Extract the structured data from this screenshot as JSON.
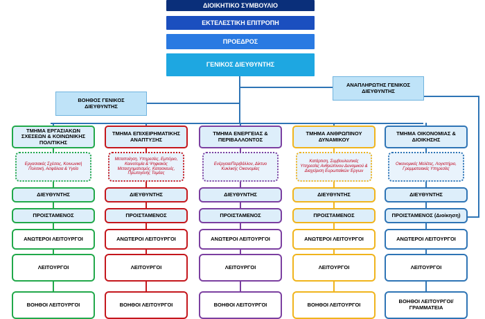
{
  "top": {
    "board": "ΔΙΟΙΚΗΤΙΚΟ ΣΥΜΒΟΥΛΙΟ",
    "executive": "ΕΚΤΕΛΕΣΤΙΚΗ ΕΠΙΤΡΟΠΗ",
    "president": "ΠΡΟΕΔΡΟΣ",
    "gm": "ΓΕΝΙΚΟΣ ΔΙΕΥΘΥΝΤΗΣ",
    "deputy_gm": "ΑΝΑΠΛΗΡΩΤΗΣ ΓΕΝΙΚΟΣ ΔΙΕΥΘΥΝΤΗΣ",
    "assistant_gm": "ΒΟΗΘΟΣ ΓΕΝΙΚΟΣ ΔΙΕΥΘΥΝΤΗΣ"
  },
  "colors": {
    "board": "#0a2f7a",
    "executive": "#1b4fbf",
    "president": "#2a7ae2",
    "gm": "#1ea7e1",
    "line": "#2e74b5"
  },
  "departments": [
    {
      "title": "ΤΜΗΜΑ ΕΡΓΑΣΙΑΚΩΝ ΣΧΕΣΕΩΝ & ΚΟΙΝΩΝΙΚΗΣ ΠΟΛΙΤΙΚΗΣ",
      "desc": "Εργασιακές Σχέσεις, Κοινωνική Πολιτική, Ασφάλεια & Υγεία",
      "color": "#21a84a",
      "rows": [
        "ΔΙΕΥΘΥΝΤΗΣ",
        "ΠΡΟΙΣΤΑΜΕΝΟΣ",
        "ΑΝΩΤΕΡΟΙ ΛΕΙΤΟΥΡΓΟΙ",
        "ΛΕΙΤΟΥΡΓΟΙ",
        "ΒΟΗΘΟΙ ΛΕΙΤΟΥΡΓΟΙ"
      ]
    },
    {
      "title": "ΤΜΗΜΑ ΕΠΙΧΕΙΡΗΜΑΤΙΚΗΣ ΑΝΑΠΤΥΞΗΣ",
      "desc": "Μεταποίηση, Υπηρεσίες, Εμπόριο, Καινοτομία & Ψηφιακός Μετασχηματισμός, Κατασκευές, Πρωτογενής Τομέας",
      "color": "#c4161c",
      "rows": [
        "ΔΙΕΥΘΥΝΤΗΣ",
        "ΠΡΟΙΣΤΑΜΕΝΟΣ",
        "ΑΝΩΤΕΡΟΙ ΛΕΙΤΟΥΡΓΟΙ",
        "ΛΕΙΤΟΥΡΓΟΙ",
        "ΒΟΗΘΟΙ ΛΕΙΤΟΥΡΓΟΙ"
      ]
    },
    {
      "title": "ΤΜΗΜΑ ΕΝΕΡΓΕΙΑΣ & ΠΕΡΙΒΑΛΛΟΝΤΟΣ",
      "desc": "Ενέργεια/Περιβάλλον, Δίκτυο Κυκλικής Οικονομίας",
      "color": "#7b3fa0",
      "rows": [
        "ΔΙΕΥΘΥΝΤΗΣ",
        "ΠΡΟΙΣΤΑΜΕΝΟΣ",
        "ΑΝΩΤΕΡΟΙ ΛΕΙΤΟΥΡΓΟΙ",
        "ΛΕΙΤΟΥΡΓΟΙ",
        "ΒΟΗΘΟΙ ΛΕΙΤΟΥΡΓΟΙ"
      ]
    },
    {
      "title": "ΤΜΗΜΑ ΑΝΘΡΩΠΙΝΟΥ ΔΥΝΑΜΙΚΟΥ",
      "desc": "Κατάρτιση, Συμβουλευτικές Υπηρεσίες Ανθρώπινου Δυναμικού & Διαχείριση Ευρωπαϊκών Έργων",
      "color": "#f0b41c",
      "rows": [
        "ΔΙΕΥΘΥΝΤΗΣ",
        "ΠΡΟΙΣΤΑΜΕΝΟΣ",
        "ΑΝΩΤΕΡΟΙ ΛΕΙΤΟΥΡΓΟΙ",
        "ΛΕΙΤΟΥΡΓΟΙ",
        "ΒΟΗΘΟΙ ΛΕΙΤΟΥΡΓΟΙ"
      ]
    },
    {
      "title": "ΤΜΗΜΑ ΟΙΚΟΝΟΜΙΑΣ & ΔΙΟΙΚΗΣΗΣ",
      "desc": "Οικονομικές Μελέτες, Λογιστήριο, Γραμματειακές Υπηρεσίες",
      "color": "#2e74b5",
      "rows": [
        "ΔΙΕΥΘΥΝΤΗΣ",
        "ΠΡΟΙΣΤΑΜΕΝΟΣ (Διοίκηση)",
        "ΑΝΩΤΕΡΟΙ ΛΕΙΤΟΥΡΓΟΙ",
        "ΛΕΙΤΟΥΡΓΟΙ",
        "ΒΟΗΘΟΙ ΛΕΙΤΟΥΡΓΟΙ/ ΓΡΑΜΜΑΤΕΙΑ"
      ]
    }
  ]
}
